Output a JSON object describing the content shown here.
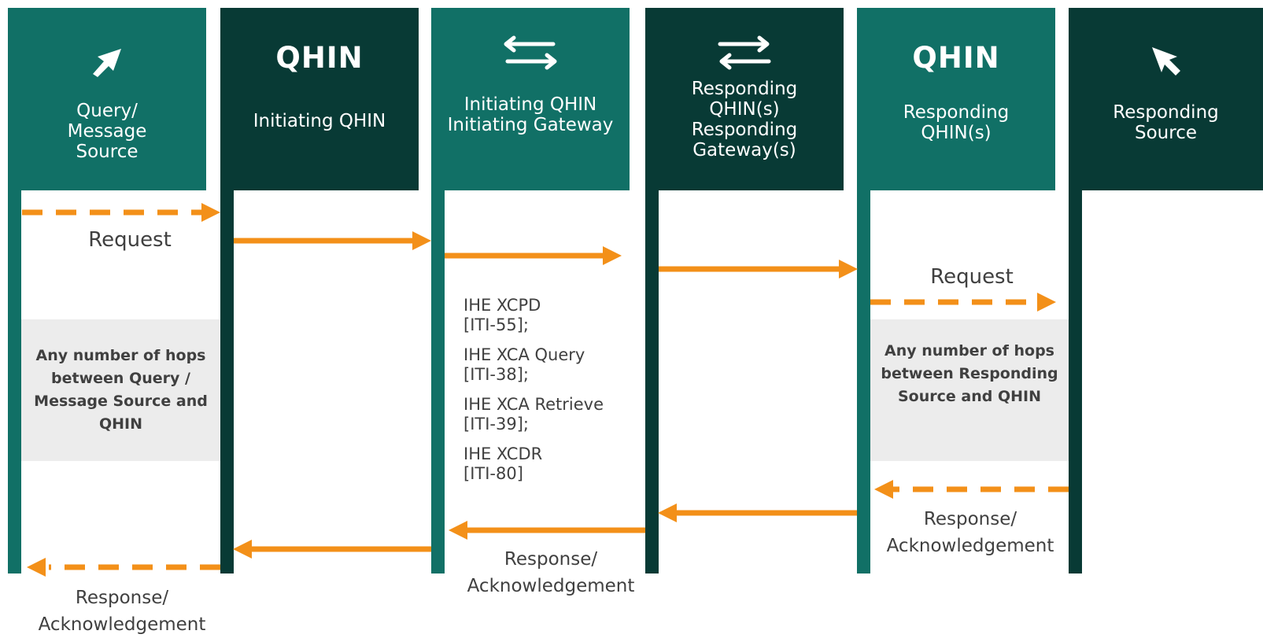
{
  "lanes": [
    {
      "label": "Query/ Message Source",
      "icon": "arrow-up-right-icon"
    },
    {
      "label": "Initiating QHIN",
      "logo": "QHIN"
    },
    {
      "label": "Initiating QHIN Initiating Gateway",
      "icon": "exchange-arrows-icon"
    },
    {
      "label": "Responding QHIN(s) Responding Gateway(s)",
      "icon": "exchange-arrows-icon"
    },
    {
      "label": "Responding QHIN(s)",
      "logo": "QHIN"
    },
    {
      "label": "Responding Source",
      "icon": "cursor-arrow-icon"
    }
  ],
  "lane_lines": {
    "l1": "Query/",
    "l2": "Message",
    "l3": "Source",
    "lane2": "Initiating QHIN",
    "lane3a": "Initiating QHIN",
    "lane3b": "Initiating Gateway",
    "lane4a": "Responding",
    "lane4b": "QHIN(s)",
    "lane4c": "Responding",
    "lane4d": "Gateway(s)",
    "lane5a": "Responding",
    "lane5b": "QHIN(s)",
    "lane6a": "Responding",
    "lane6b": "Source",
    "logo": "QHIN"
  },
  "labels": {
    "request_left": "Request",
    "request_right": "Request",
    "response_left_1": "Response/",
    "response_left_2": "Acknowledgement",
    "response_mid_1": "Response/",
    "response_mid_2": "Acknowledgement",
    "response_right_1": "Response/",
    "response_right_2": "Acknowledgement"
  },
  "hops": {
    "left": [
      "Any number of hops",
      "between Query /",
      "Message Source and",
      "QHIN"
    ],
    "right": [
      "Any number of hops",
      "between Responding",
      "Source and QHIN"
    ]
  },
  "protocols": [
    {
      "line1": "IHE XCPD",
      "line2": "[ITI-55];"
    },
    {
      "line1": "IHE XCA Query",
      "line2": "[ITI-38];"
    },
    {
      "line1": "IHE XCA Retrieve",
      "line2": "[ITI-39];"
    },
    {
      "line1": "IHE XCDR",
      "line2": "[ITI-80]"
    }
  ],
  "colors": {
    "teal": "#117066",
    "dark": "#083a35",
    "arrow": "#f39019",
    "grey": "#ececec",
    "text": "#404040"
  }
}
